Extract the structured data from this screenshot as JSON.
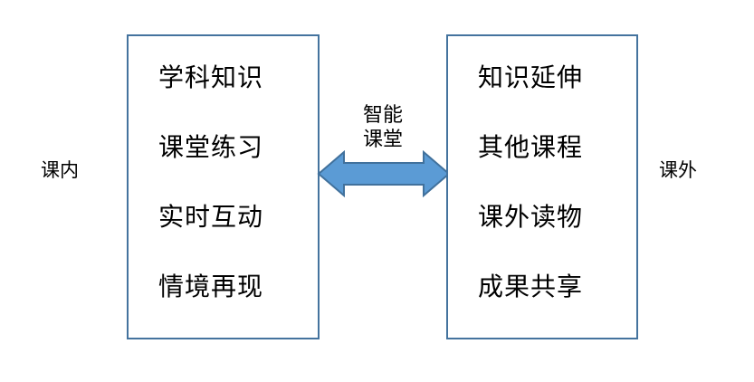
{
  "diagram": {
    "left_label": "课内",
    "right_label": "课外",
    "left_box": {
      "items": [
        "学科知识",
        "课堂练习",
        "实时互动",
        "情境再现"
      ]
    },
    "right_box": {
      "items": [
        "知识延伸",
        "其他课程",
        "课外读物",
        "成果共享"
      ]
    },
    "connector": {
      "label_line1": "智能",
      "label_line2": "课堂"
    },
    "colors": {
      "box_border": "#44739E",
      "arrow_fill": "#5B9BD5",
      "arrow_stroke": "#41719C",
      "text": "#000000"
    }
  }
}
